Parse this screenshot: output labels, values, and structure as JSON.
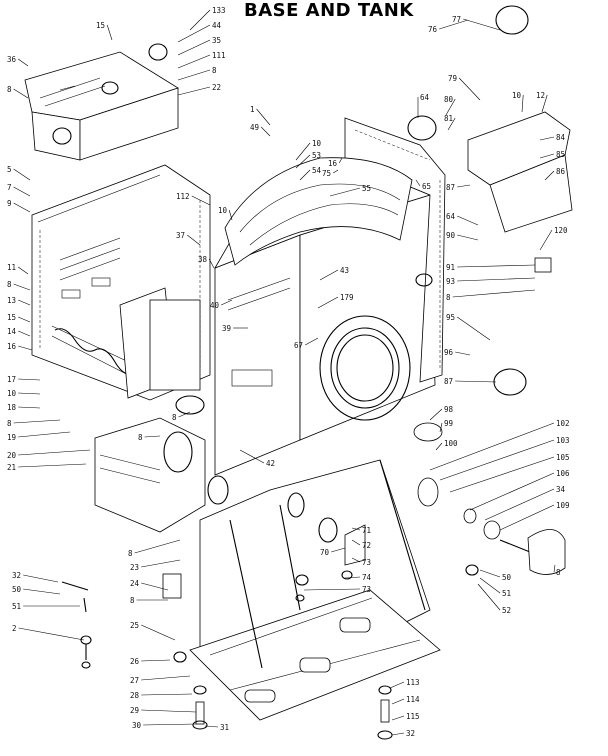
{
  "title": "BASE AND TANK",
  "callouts": [
    "133",
    "44",
    "35",
    "111",
    "8",
    "22",
    "15",
    "36",
    "8",
    "5",
    "7",
    "9",
    "11",
    "8",
    "13",
    "15",
    "14",
    "16",
    "17",
    "10",
    "18",
    "8",
    "19",
    "20",
    "21",
    "8",
    "23",
    "24",
    "8",
    "25",
    "26",
    "27",
    "28",
    "29",
    "30",
    "31",
    "32",
    "50",
    "51",
    "2",
    "1",
    "49",
    "10",
    "53",
    "54",
    "55",
    "112",
    "10",
    "37",
    "38",
    "8",
    "42",
    "43",
    "39",
    "40",
    "8",
    "67",
    "179",
    "75",
    "16",
    "65",
    "64",
    "80",
    "81",
    "84",
    "85",
    "86",
    "87",
    "64",
    "90",
    "120",
    "91",
    "93",
    "8",
    "95",
    "96",
    "87",
    "98",
    "99",
    "100",
    "102",
    "103",
    "105",
    "106",
    "34",
    "109",
    "8",
    "50",
    "51",
    "52",
    "70",
    "72",
    "73",
    "74",
    "73",
    "71",
    "113",
    "114",
    "115",
    "32",
    "76",
    "77",
    "79",
    "10",
    "12"
  ]
}
